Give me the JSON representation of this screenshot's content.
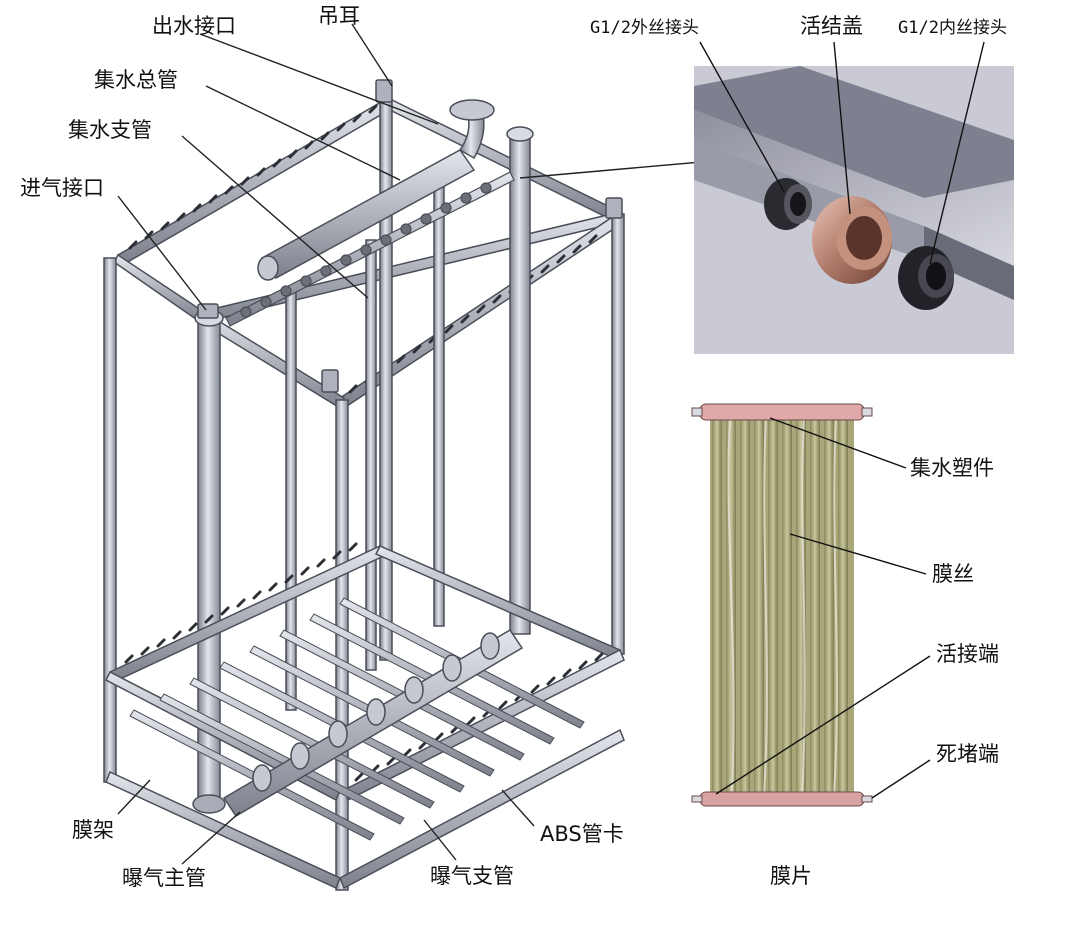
{
  "frame_labels": {
    "outlet": "出水接口",
    "lug": "吊耳",
    "main_header": "集水总管",
    "branch_header": "集水支管",
    "air_inlet": "进气接口",
    "frame": "膜架",
    "aeration_main": "曝气主管",
    "aeration_branch": "曝气支管",
    "abs_clip": "ABS管卡"
  },
  "fitting_labels": {
    "male_fitting": "G1/2外丝接头",
    "union_cap": "活结盖",
    "female_fitting": "G1/2内丝接头"
  },
  "membrane_labels": {
    "water_collector": "集水塑件",
    "fiber": "膜丝",
    "live_end": "活接端",
    "dead_end": "死堵端",
    "caption": "膜片"
  },
  "colors": {
    "pipe": "#b9bdc8",
    "pipe_edge": "#4a4e58",
    "panel_bg": "#c9cad4",
    "copper": "#b07a6a",
    "membrane": "#9c9a6a",
    "header_pink": "#e0a8a8"
  }
}
